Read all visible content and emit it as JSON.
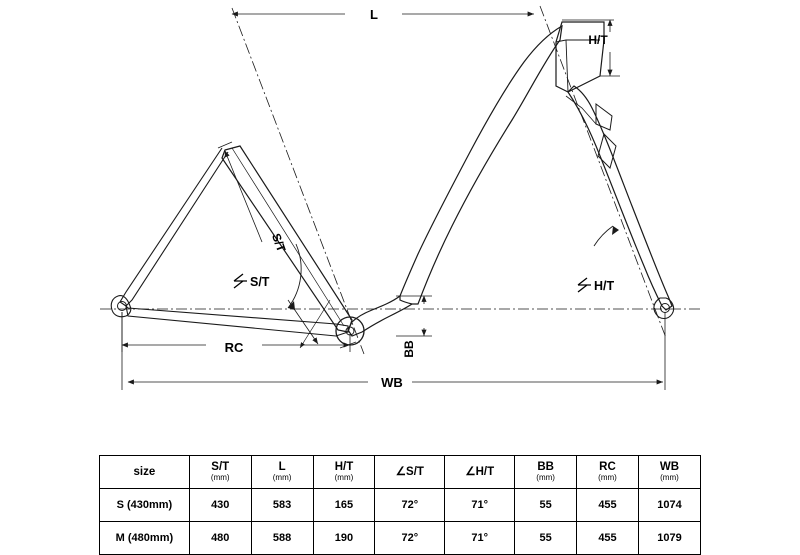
{
  "diagram": {
    "title": "bicycle-frame-geometry-drawing",
    "labels": {
      "L": "L",
      "HT": "H/T",
      "ST": "S/T",
      "angle_ST": "S/T",
      "angle_HT": "H/T",
      "BB": "BB",
      "RC": "RC",
      "WB": "WB",
      "angle_symbol": "∠"
    }
  },
  "table": {
    "columns": [
      {
        "name": "size",
        "unit": ""
      },
      {
        "name": "S/T",
        "unit": "(mm)"
      },
      {
        "name": "L",
        "unit": "(mm)"
      },
      {
        "name": "H/T",
        "unit": "(mm)"
      },
      {
        "name": "∠S/T",
        "unit": ""
      },
      {
        "name": "∠H/T",
        "unit": ""
      },
      {
        "name": "BB",
        "unit": "(mm)"
      },
      {
        "name": "RC",
        "unit": "(mm)"
      },
      {
        "name": "WB",
        "unit": "(mm)"
      }
    ],
    "rows": [
      {
        "size": "S (430mm)",
        "st": "430",
        "l": "583",
        "ht": "165",
        "ast": "72°",
        "aht": "71°",
        "bb": "55",
        "rc": "455",
        "wb": "1074"
      },
      {
        "size": "M (480mm)",
        "st": "480",
        "l": "588",
        "ht": "190",
        "ast": "72°",
        "aht": "71°",
        "bb": "55",
        "rc": "455",
        "wb": "1079"
      }
    ]
  },
  "colors": {
    "line": "#1a1a1a",
    "text": "#000000",
    "background": "#ffffff"
  }
}
